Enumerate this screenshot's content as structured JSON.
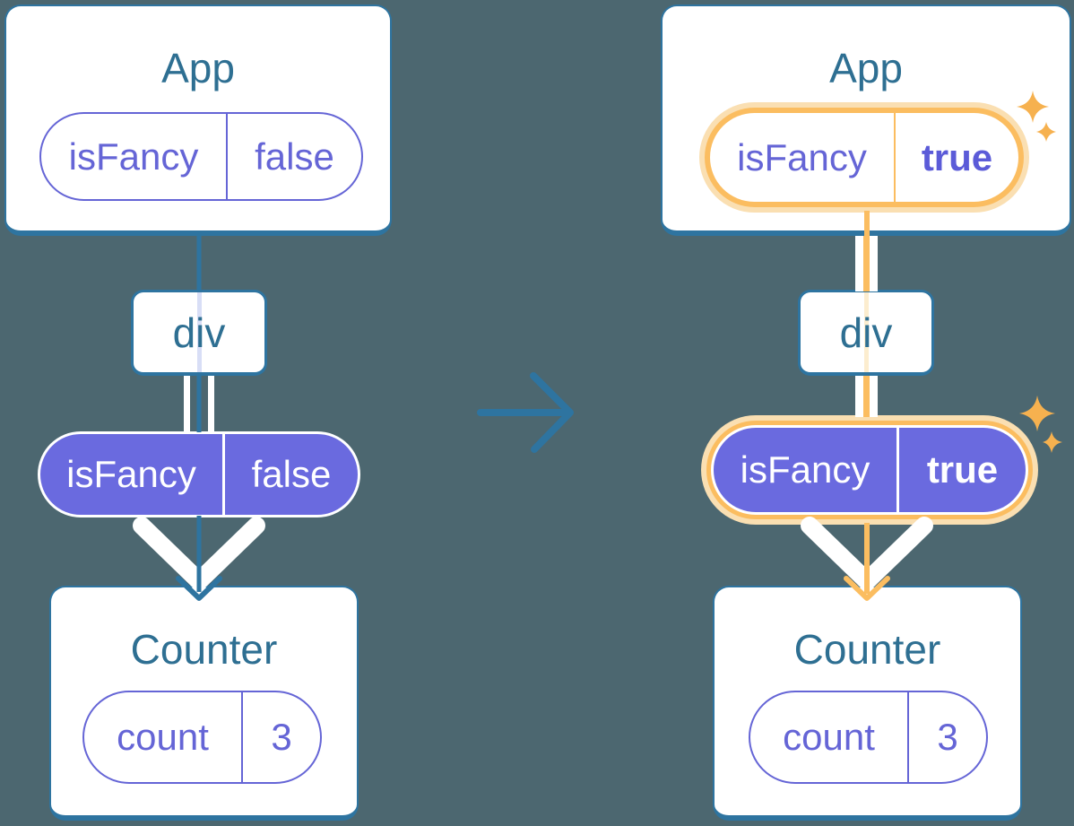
{
  "colors": {
    "background": "#4C6770",
    "card_bg": "#FFFFFF",
    "blue": "#2E74A0",
    "title_text": "#2E6F92",
    "purple": "#6565D6",
    "purple_fill": "#6A6ADF",
    "purple_bold": "#5B5BD8",
    "lavender_line": "#D8DEF6",
    "pale_orange_line": "#FCEDCF",
    "orange": "#FBBD60",
    "orange_glow": "#FADFB2",
    "sparkle": "#F6B14F",
    "white": "#FFFFFF"
  },
  "left_tree": {
    "app": {
      "title": "App",
      "prop": {
        "label": "isFancy",
        "value": "false"
      }
    },
    "div_box": {
      "title": "div"
    },
    "prop_pill": {
      "label": "isFancy",
      "value": "false"
    },
    "counter": {
      "title": "Counter",
      "state": {
        "label": "count",
        "value": "3"
      }
    }
  },
  "right_tree": {
    "app": {
      "title": "App",
      "prop": {
        "label": "isFancy",
        "value": "true"
      }
    },
    "div_box": {
      "title": "div"
    },
    "prop_pill": {
      "label": "isFancy",
      "value": "true"
    },
    "counter": {
      "title": "Counter",
      "state": {
        "label": "count",
        "value": "3"
      }
    }
  }
}
